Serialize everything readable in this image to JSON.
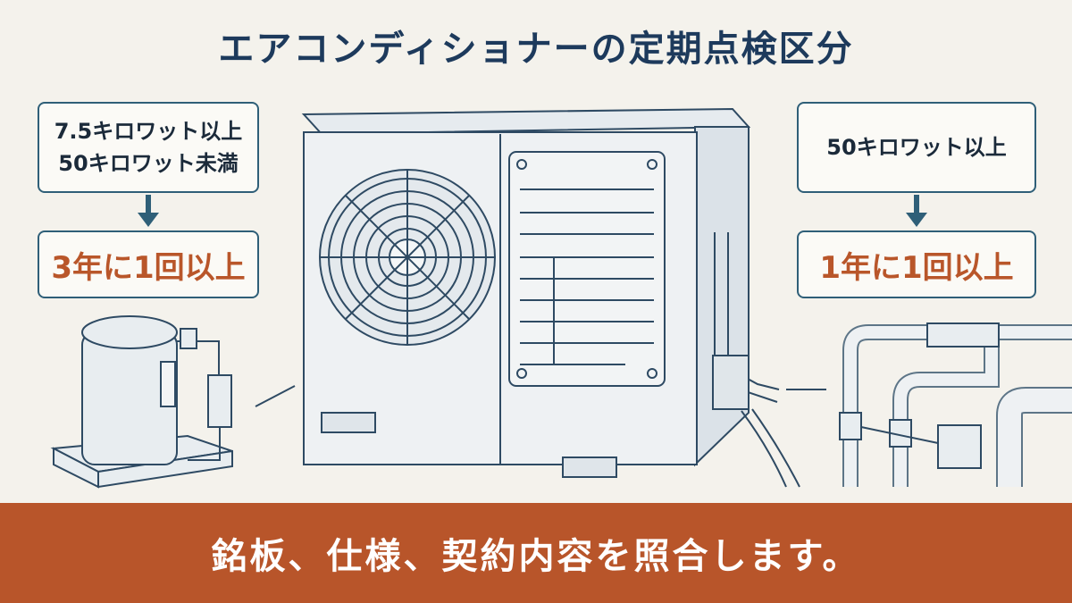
{
  "title": "エアコンディショナーの定期点検区分",
  "left": {
    "condition_line1": "7.5キロワット以上",
    "condition_line2": "50キロワット未満",
    "frequency": "3年に1回以上"
  },
  "right": {
    "condition": "50キロワット以上",
    "frequency": "1年に1回以上"
  },
  "footer": "銘板、仕様、契約内容を照合します。",
  "colors": {
    "title": "#1d3a5c",
    "accent": "#b8552a",
    "frame": "#2f5f78",
    "background": "#f4f2ec"
  }
}
